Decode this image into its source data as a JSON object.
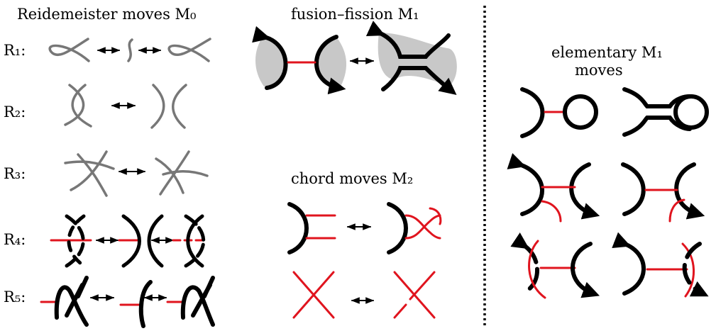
{
  "titles": {
    "reidemeister": "Reidemeister moves M₀",
    "fusion": "fusion–fission M₁",
    "chord": "chord moves M₂",
    "elementary_line1": "elementary M₁",
    "elementary_line2": "moves"
  },
  "rows": [
    {
      "label": "R₁:"
    },
    {
      "label": "R₂:"
    },
    {
      "label": "R₃:"
    },
    {
      "label": "R₄:"
    },
    {
      "label": "R₅:"
    }
  ],
  "colors": {
    "strand_gray": "#777777",
    "strand_black": "#000000",
    "chord_red": "#e0141e",
    "fill_gray": "#c8c8c8"
  }
}
